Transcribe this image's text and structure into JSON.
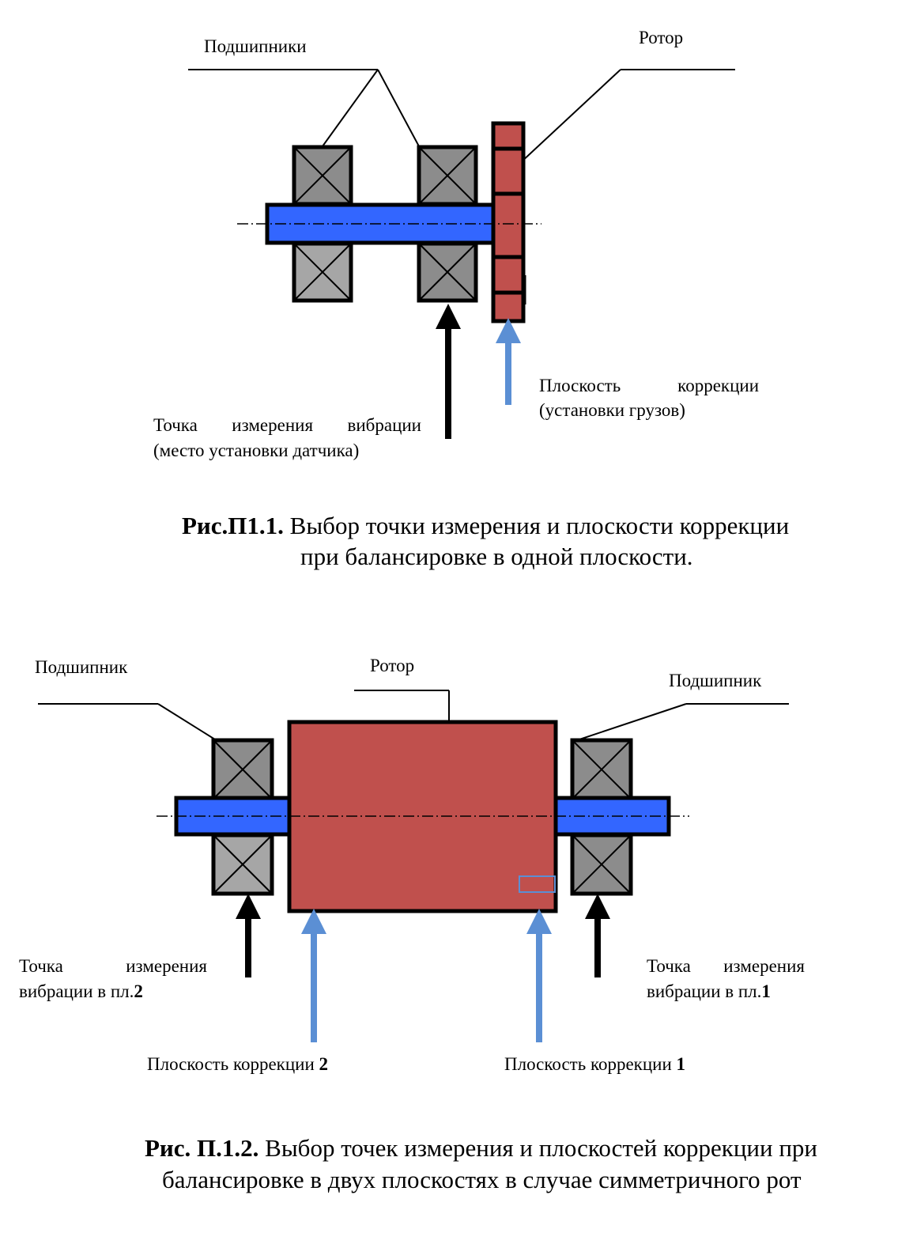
{
  "figure1": {
    "label_bearings": "Подшипники",
    "label_rotor": "Ротор",
    "label_correction_line1": "Плоскость коррекции",
    "label_correction_line2": "(установки грузов)",
    "label_point_line1": "Точка измерения вибрации",
    "label_point_line2": "(место установки датчика)",
    "caption_bold": "Рис.П1.1.",
    "caption_line1": " Выбор точки измерения и плоскости коррекции",
    "caption_line2": "при балансировке в одной плоскости."
  },
  "figure2": {
    "label_bearing_left": "Подшипник",
    "label_rotor": "Ротор",
    "label_bearing_right": "Подшипник",
    "label_point2_line1": "Точка измерения",
    "label_point2_line2": "вибрации в пл.",
    "label_point2_num": "2",
    "label_point1_line1": "Точка измерения",
    "label_point1_line2": "вибрации в пл.",
    "label_point1_num": "1",
    "label_plane2_text": "Плоскость коррекции ",
    "label_plane2_num": "2",
    "label_plane1_text": "Плоскость коррекции ",
    "label_plane1_num": "1",
    "caption_bold": "Рис. П.1.2.",
    "caption_line1": " Выбор точек измерения и плоскостей коррекции при",
    "caption_line2": "балансировке в двух плоскостях в случае симметричного рот"
  },
  "colors": {
    "shaft": "#3366ff",
    "rotor": "#c0504d",
    "bearing": "#8c8c8c",
    "bearing_light": "#a6a6a6",
    "arrow_correction": "#5b8fd4",
    "arrow_measure": "#000000"
  }
}
